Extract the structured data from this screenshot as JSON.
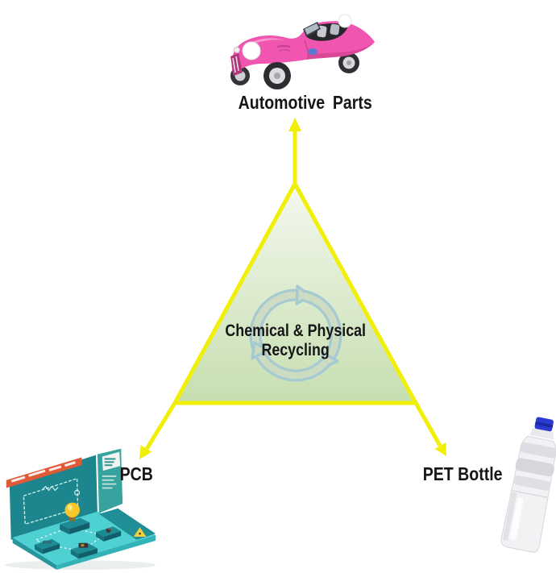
{
  "theme": {
    "background": "#ffffff",
    "accent_yellow": "#f2ef06",
    "triangle_fill_top": "#f4f8ee",
    "triangle_fill_bottom": "#c6deb0",
    "recycle_outline": "#a3c9d3",
    "recycle_fill": "#cddcc2",
    "label_color": "#161616",
    "car_pink": "#f055b0",
    "car_pink_shadow": "#d2438f",
    "kit_teal_dark": "#1d858d",
    "kit_teal_panel": "#36a39e",
    "kit_teal_base": "#4fd0d2",
    "kit_banner_orange": "#e05a38",
    "bulb_yellow": "#f6c72b",
    "bottle_cap_blue": "#2b3bd0",
    "bottle_body": "#f2f2f5"
  },
  "center_label": {
    "line1": "Chemical & Physical",
    "line2": "Recycling"
  },
  "nodes": {
    "automotive": {
      "label": "Automotive Parts",
      "icon": "pink-toy-car-illustration",
      "position": "top"
    },
    "pcb": {
      "label": "PCB",
      "icon": "electronics-kit-illustration",
      "position": "bottom-left"
    },
    "pet": {
      "label": "PET Bottle",
      "icon": "water-bottle-illustration",
      "position": "bottom-right"
    }
  },
  "connector": {
    "shape": "triangle",
    "arrow_count": 3,
    "icon": "recycling-arrows-icon"
  }
}
